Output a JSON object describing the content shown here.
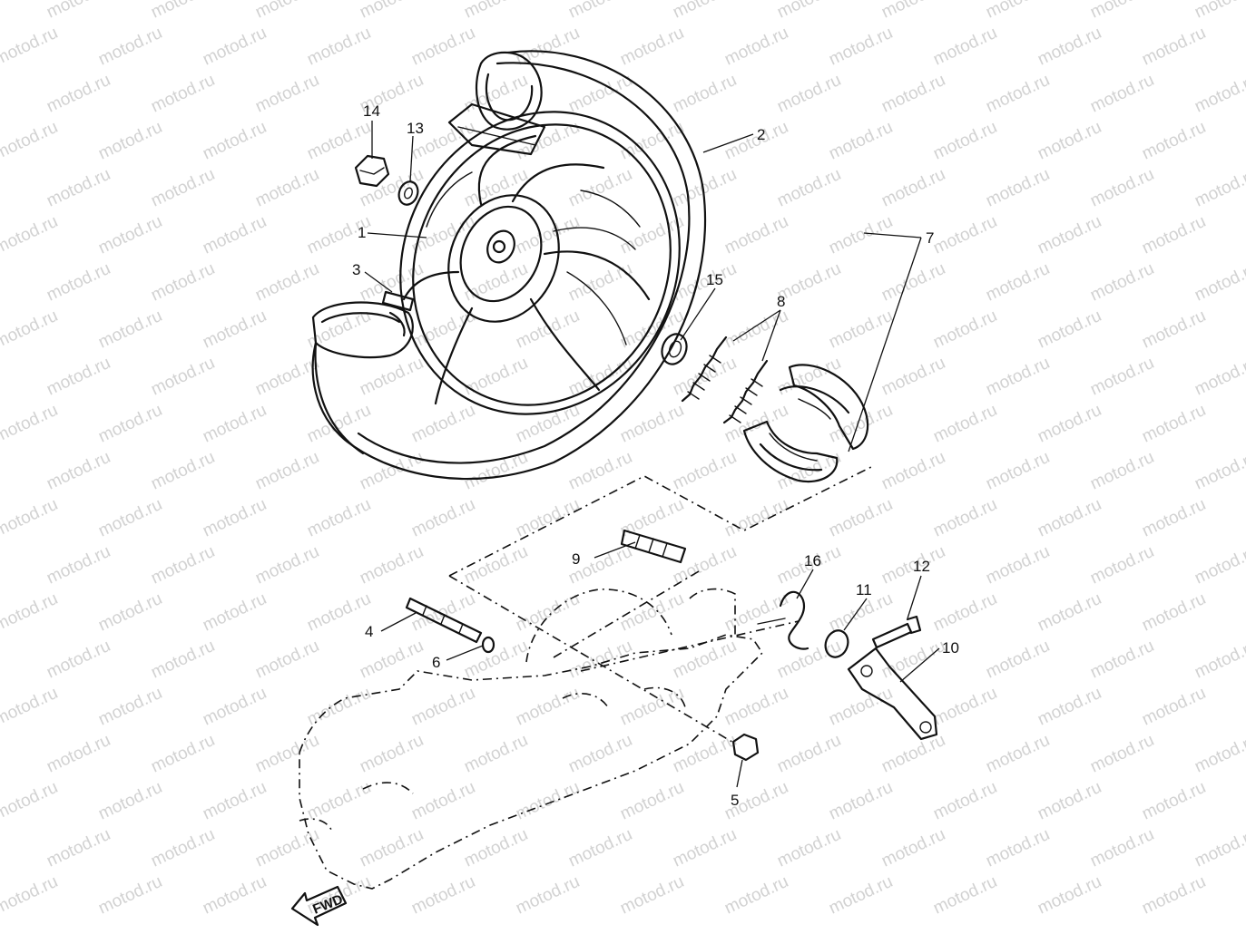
{
  "watermark": "motod.ru",
  "callouts": [
    "1",
    "2",
    "3",
    "4",
    "5",
    "6",
    "7",
    "8",
    "9",
    "10",
    "11",
    "12",
    "13",
    "14",
    "15",
    "16"
  ],
  "fwd_label": "FWD",
  "colors": {
    "ink": "#111111",
    "watermark": "#d2d2d2",
    "background": "#ffffff"
  }
}
